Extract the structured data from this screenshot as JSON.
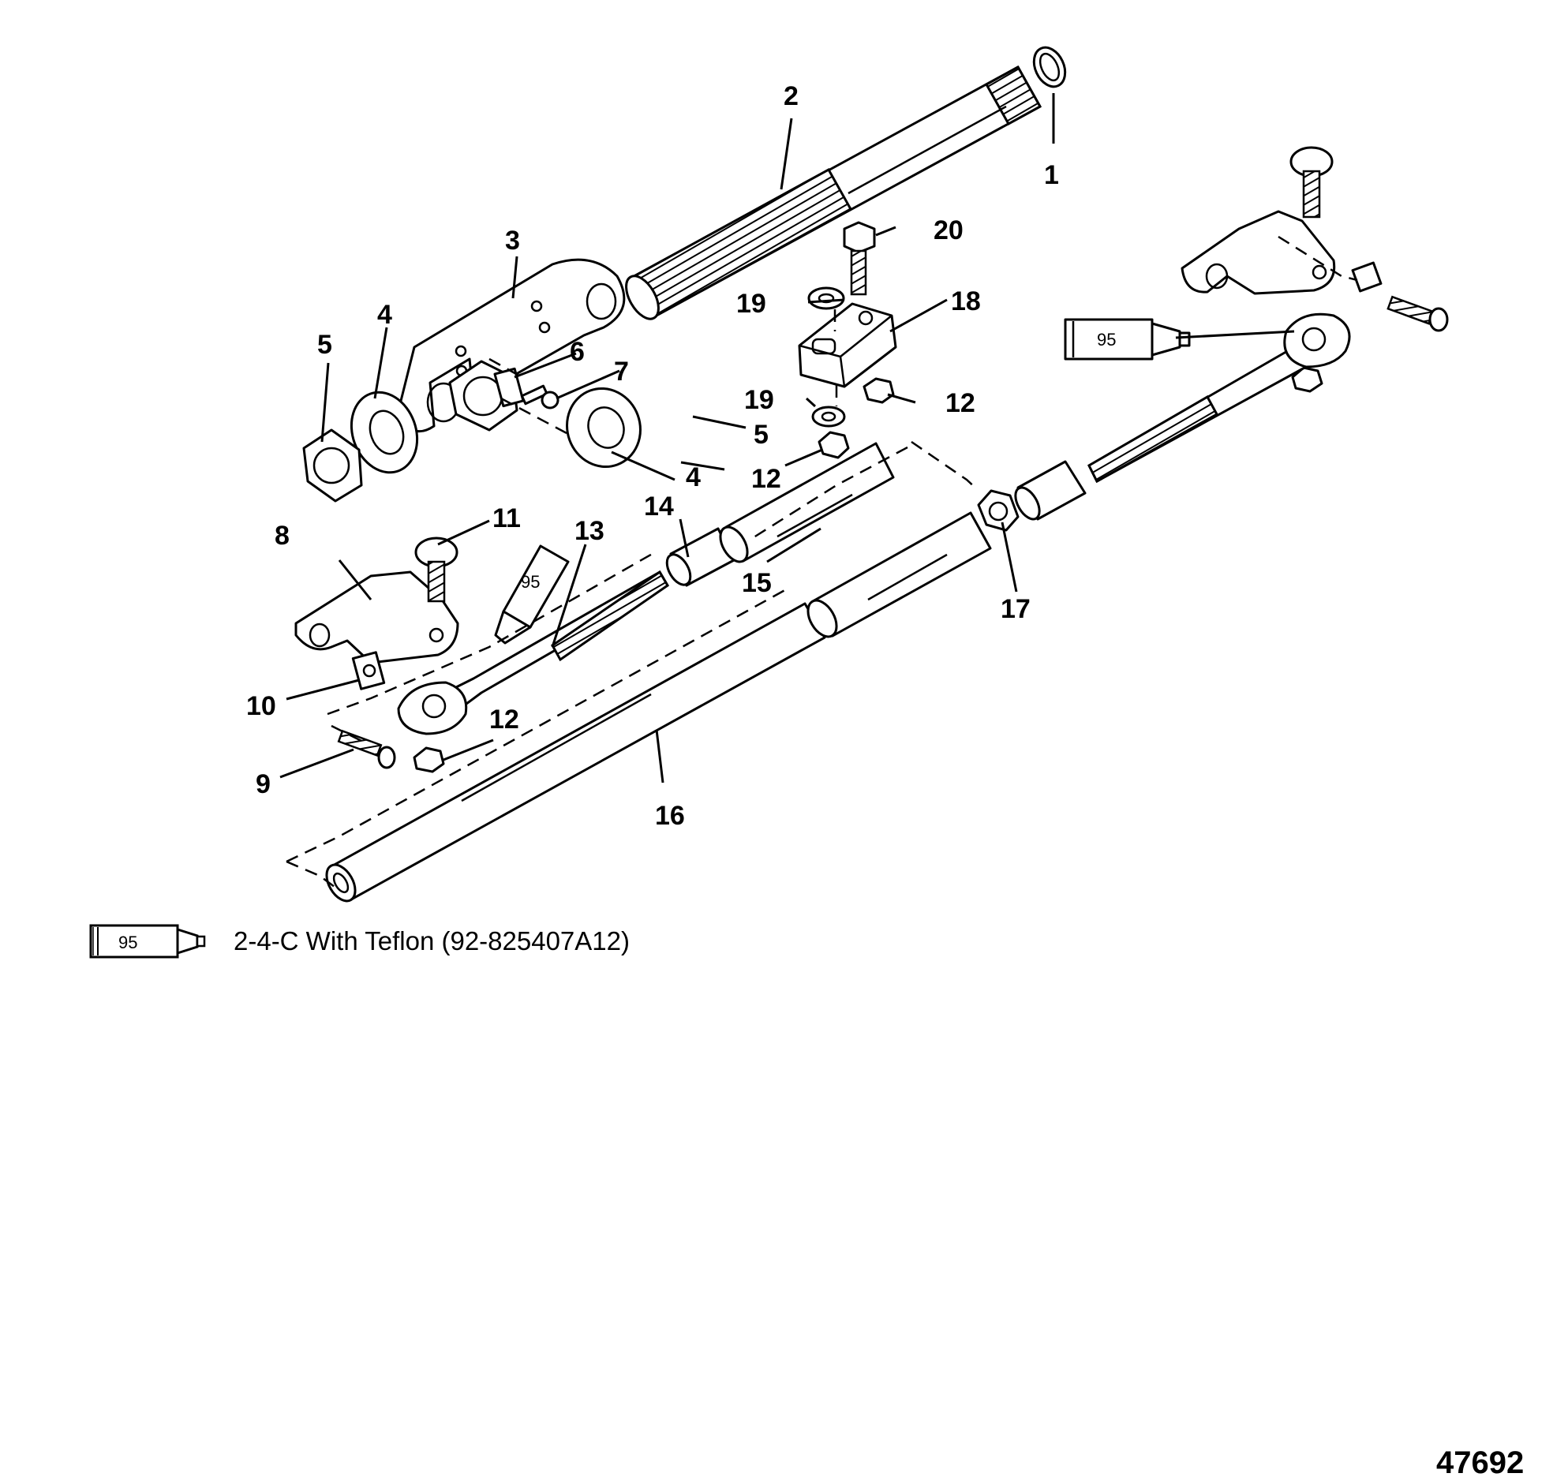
{
  "callouts": {
    "c1": "1",
    "c2": "2",
    "c3": "3",
    "c4a": "4",
    "c4b": "4",
    "c5a": "5",
    "c5b": "5",
    "c6": "6",
    "c7": "7",
    "c8": "8",
    "c9": "9",
    "c10": "10",
    "c11": "11",
    "c12a": "12",
    "c12b": "12",
    "c12c": "12",
    "c13": "13",
    "c14": "14",
    "c15": "15",
    "c16": "16",
    "c17": "17",
    "c18": "18",
    "c19a": "19",
    "c19b": "19",
    "c20": "20"
  },
  "lubricant_tubes": {
    "t1": "95",
    "t2": "95"
  },
  "legend": {
    "tube_label": "95",
    "text": "2-4-C  With Teflon (92-825407A12)"
  },
  "figure_number": "47692"
}
